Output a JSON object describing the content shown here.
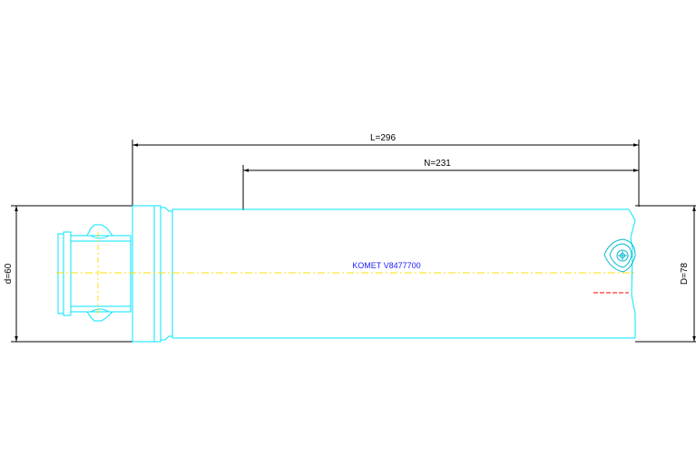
{
  "dimensions": {
    "overall_length": "L=296",
    "usable_length": "N=231",
    "shank_diameter": "d=60",
    "cutting_diameter": "D=78"
  },
  "tool": {
    "designation": "KOMET V8477700"
  },
  "colors": {
    "outline": "#00e5ff",
    "centerline": "#ffe000",
    "dimension": "#000000",
    "label": "#2020ff",
    "marker": "#ff0000",
    "insert": "#00b8d0"
  },
  "icons": {
    "insert": "triangular-insert-icon",
    "screw": "insert-screw-icon"
  }
}
